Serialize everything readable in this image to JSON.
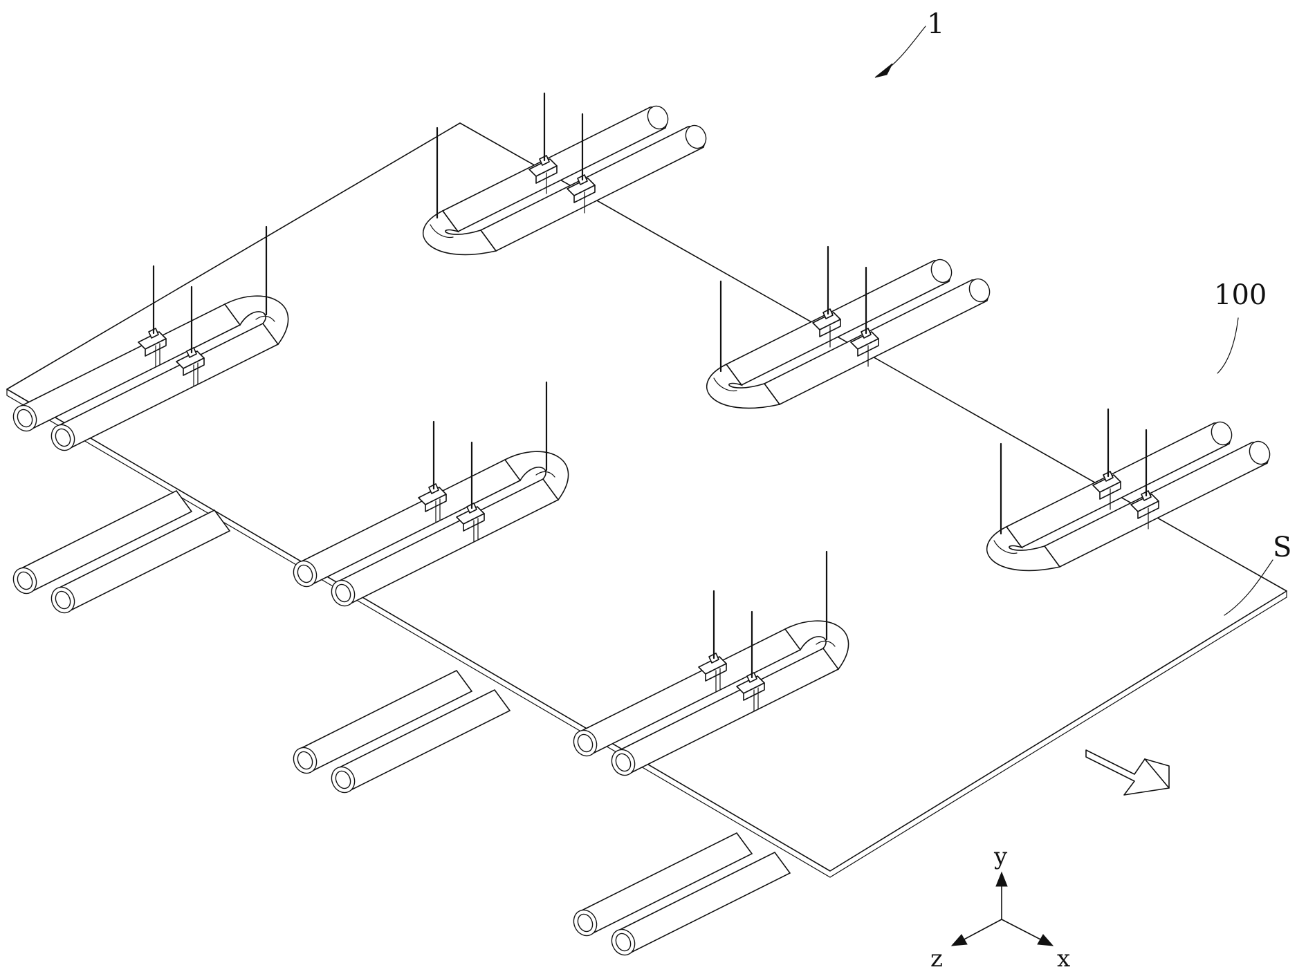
{
  "labels": {
    "assembly_ref": "1",
    "nozzle_ref": "100",
    "sheet_ref": "S",
    "axis_x": "x",
    "axis_y": "y",
    "axis_z": "z"
  },
  "colors": {
    "line": "#111111",
    "background": "#ffffff"
  }
}
